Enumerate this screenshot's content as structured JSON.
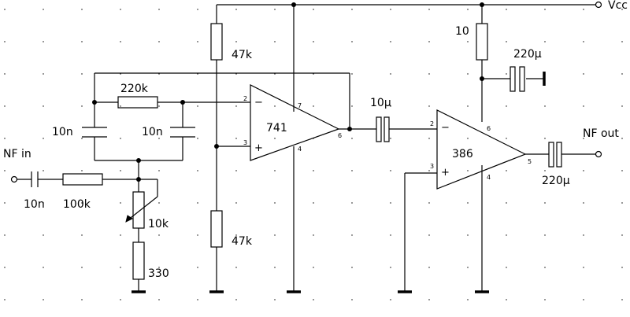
{
  "ports": {
    "vcc": "Vcc",
    "nf_in": "NF in",
    "nf_out": "NF out"
  },
  "components": {
    "r_top_bias": "47k",
    "r_bottom_bias": "47k",
    "r_feedback": "220k",
    "r_input": "100k",
    "pot": "10k",
    "r_gnd": "330",
    "r_supply": "10",
    "c_input": "10n",
    "c_left": "10n",
    "c_right": "10n",
    "c_coupling": "10μ",
    "c_supply": "220μ",
    "c_output": "220μ"
  },
  "opamp": {
    "label": "741",
    "pin_inv": "2",
    "pin_noninv": "3",
    "pin_out": "6",
    "pin_vplus": "7",
    "pin_vminus": "4",
    "sign_minus": "−",
    "sign_plus": "+"
  },
  "amp": {
    "label": "386",
    "pin_inv": "2",
    "pin_noninv": "3",
    "pin_out": "5",
    "pin_vplus": "6",
    "pin_vminus": "4",
    "sign_minus": "−",
    "sign_plus": "+"
  }
}
